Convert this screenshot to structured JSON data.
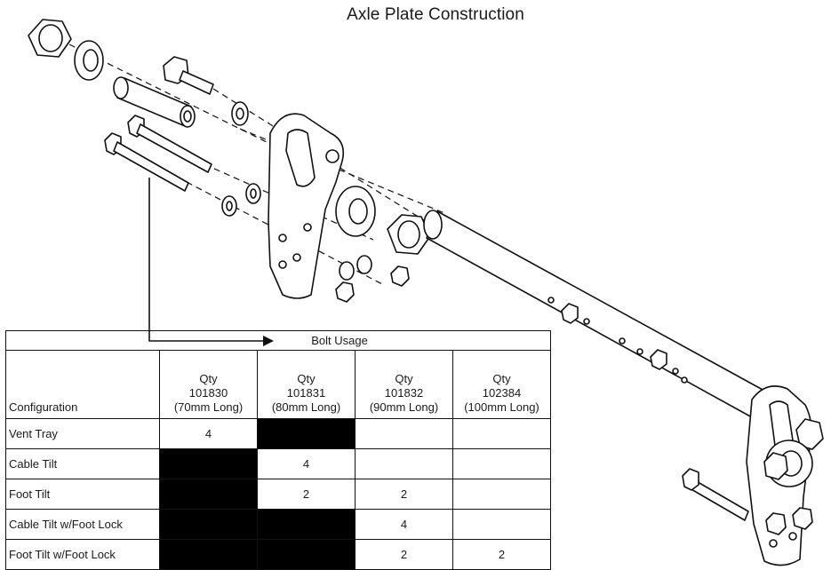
{
  "title": "Axle Plate Construction",
  "table": {
    "banner": "Bolt Usage",
    "config_header": "Configuration",
    "columns": [
      {
        "qty": "Qty",
        "part": "101830",
        "length": "(70mm Long)"
      },
      {
        "qty": "Qty",
        "part": "101831",
        "length": "(80mm Long)"
      },
      {
        "qty": "Qty",
        "part": "101832",
        "length": "(90mm Long)"
      },
      {
        "qty": "Qty",
        "part": "102384",
        "length": "(100mm Long)"
      }
    ],
    "rows": [
      {
        "config": "Vent Tray",
        "cells": [
          "4",
          "",
          "",
          ""
        ],
        "black": [
          false,
          true,
          false,
          false
        ]
      },
      {
        "config": "Cable Tilt",
        "cells": [
          "",
          "4",
          "",
          ""
        ],
        "black": [
          true,
          false,
          false,
          false
        ]
      },
      {
        "config": "Foot Tilt",
        "cells": [
          "",
          "2",
          "2",
          ""
        ],
        "black": [
          true,
          false,
          false,
          false
        ]
      },
      {
        "config": "Cable Tilt w/Foot Lock",
        "cells": [
          "",
          "",
          "4",
          ""
        ],
        "black": [
          true,
          true,
          false,
          false
        ]
      },
      {
        "config": "Foot Tilt w/Foot Lock",
        "cells": [
          "",
          "",
          "2",
          "2"
        ],
        "black": [
          true,
          true,
          false,
          false
        ]
      }
    ]
  }
}
